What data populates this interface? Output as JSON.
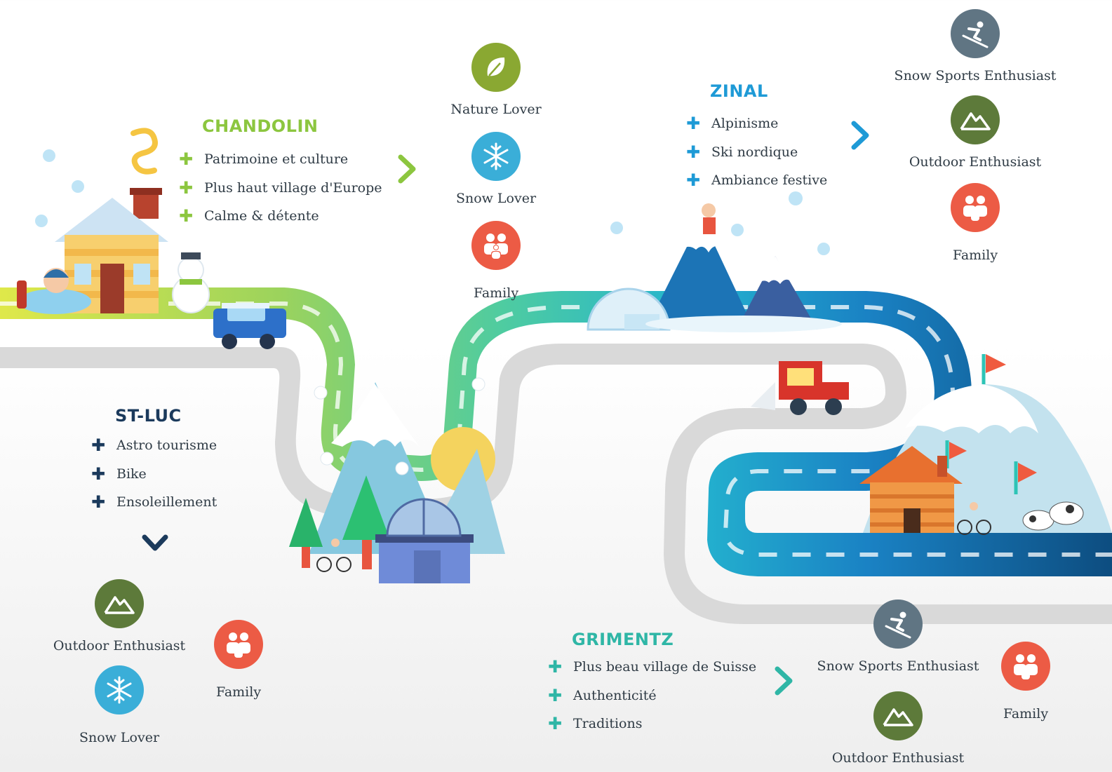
{
  "badge_labels": {
    "nature": "Nature Lover",
    "snow": "Snow Lover",
    "family": "Family",
    "snow_sports": "Snow Sports Enthusiast",
    "outdoor": "Outdoor Enthusiast"
  },
  "sections": {
    "chandolin": {
      "title": "CHANDOLIN",
      "items": [
        "Patrimoine et culture",
        "Plus haut village d'Europe",
        "Calme & détente"
      ]
    },
    "zinal": {
      "title": "ZINAL",
      "items": [
        "Alpinisme",
        "Ski nordique",
        "Ambiance festive"
      ]
    },
    "stluc": {
      "title": "ST-LUC",
      "items": [
        "Astro tourisme",
        "Bike",
        "Ensoleillement"
      ]
    },
    "grimentz": {
      "title": "GRIMENTZ",
      "items": [
        "Plus beau village de Suisse",
        "Authenticité",
        "Traditions"
      ]
    }
  },
  "colors": {
    "chandolin": "#8cc63f",
    "zinal": "#1e9ad6",
    "stluc": "#1b3a5c",
    "grimentz": "#2fb6a6",
    "nature": "#8aa832",
    "snow": "#3aaed8",
    "family": "#ec5b45",
    "snow_sports": "#607583",
    "outdoor": "#5d7a3a"
  },
  "icons": {
    "nature": "leaf-icon",
    "snow": "snowflake-icon",
    "family": "family-icon",
    "snow_sports": "skier-icon",
    "outdoor": "mountain-icon"
  }
}
